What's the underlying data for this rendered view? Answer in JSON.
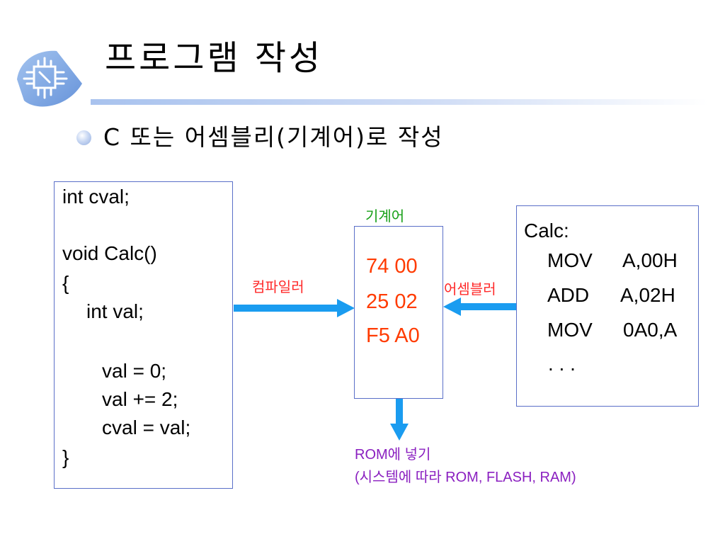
{
  "title": "프로그램 작성",
  "bullet": "C 또는 어셈블리(기계어)로 작성",
  "c_code": {
    "lines": [
      "int cval;",
      "void Calc()",
      "{",
      "int val;",
      "val = 0;",
      "val += 2;",
      "cval = val;",
      "}"
    ]
  },
  "machine_code": {
    "label": "기계어",
    "lines": [
      "74 00",
      "25 02",
      "F5 A0"
    ]
  },
  "assembly": {
    "label_top": "Calc:",
    "rows": [
      {
        "op": "MOV",
        "arg": "A,00H"
      },
      {
        "op": "ADD",
        "arg": "A,02H"
      },
      {
        "op": "MOV",
        "arg": "0A0,A"
      }
    ],
    "ellipsis": ". . ."
  },
  "arrows": {
    "compiler_label": "컴파일러",
    "assembler_label": "어셈블러"
  },
  "rom": {
    "line1": "ROM에 넣기",
    "line2": "(시스템에 따라 ROM, FLASH, RAM)"
  },
  "colors": {
    "box_border": "#5a6fc8",
    "arrow": "#1a9cf0",
    "machine_code": "#ff3b00",
    "label_green": "#18a018",
    "label_red": "#ff2a2a",
    "label_purple": "#8a1fc0"
  },
  "icons": {
    "logo": "circuit-chip-icon"
  }
}
